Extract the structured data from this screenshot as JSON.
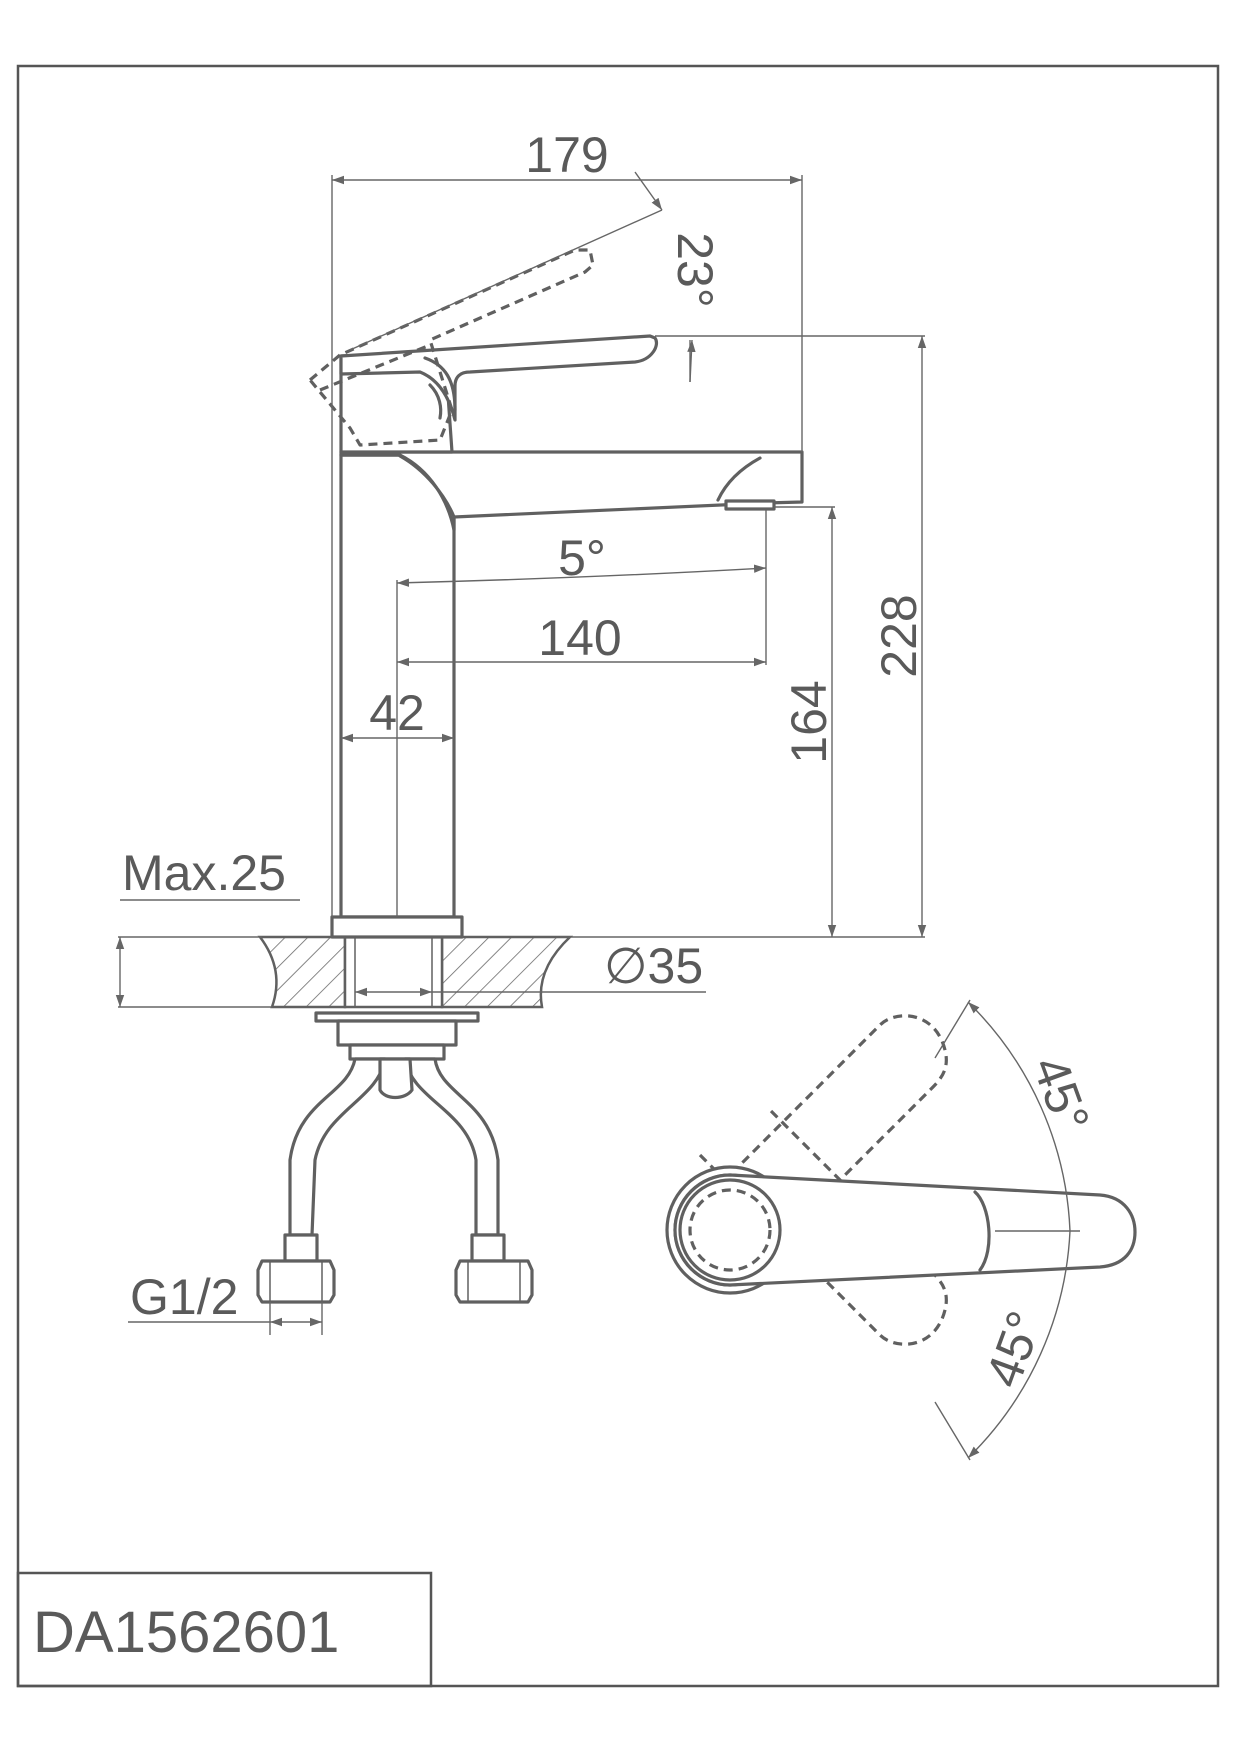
{
  "model_number": "DA1562601",
  "dimensions": {
    "overall_length": "179",
    "handle_tilt_angle": "23°",
    "spout_angle": "5°",
    "spout_reach": "140",
    "body_diameter": "42",
    "spout_height": "164",
    "total_height": "228",
    "max_deck_thickness": "Max.25",
    "mounting_hole": "∅35",
    "inlet_thread": "G1/2",
    "handle_rotation_left": "45°",
    "handle_rotation_right": "45°"
  },
  "colors": {
    "line": "#606060",
    "text": "#5a5a5a",
    "background": "#ffffff"
  }
}
